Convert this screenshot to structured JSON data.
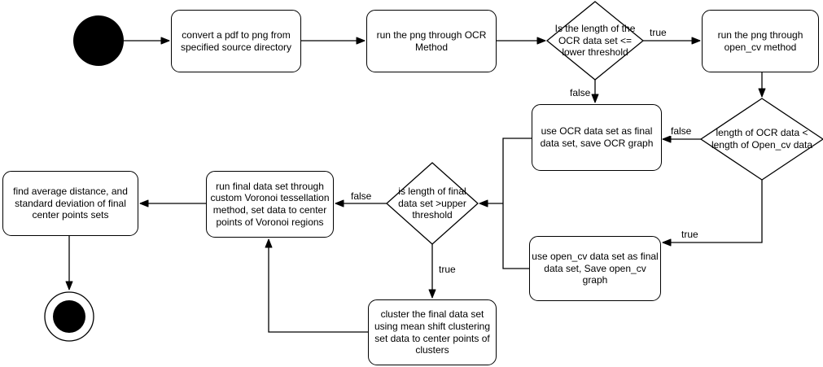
{
  "flowchart": {
    "nodes": {
      "start": {
        "shape": "initial-node-filled-circle"
      },
      "convert_pdf": {
        "label": "convert a pdf to png from specified source directory"
      },
      "run_ocr": {
        "label": "run the png through OCR Method"
      },
      "decision_lower": {
        "label": "Is the length of the OCR data set <= lower threshold"
      },
      "run_opencv": {
        "label": "run the png through open_cv method"
      },
      "decision_compare": {
        "label": "length of OCR data < length of Open_cv data"
      },
      "use_ocr": {
        "label": "use OCR data set as final data set, save OCR graph"
      },
      "use_opencv": {
        "label": "use open_cv data set as final data set, Save open_cv graph"
      },
      "decision_upper": {
        "label": "is length of final data set >upper threshold"
      },
      "voronoi": {
        "label": "run final data set through custom Voronoi tessellation method, set data to center points of Voronoi regions"
      },
      "find_average": {
        "label": "find average distance, and standard deviation of final center points sets"
      },
      "cluster": {
        "label": "cluster the final data set using mean shift clustering set data to center points of clusters"
      },
      "end": {
        "shape": "final-node-ringed-circle"
      }
    },
    "edge_labels": {
      "lower_true": "true",
      "lower_false": "false",
      "compare_false": "false",
      "compare_true": "true",
      "upper_false": "false",
      "upper_true": "true"
    },
    "colors": {
      "stroke": "#000000",
      "node_fill": "#ffffff",
      "text": "#000000",
      "background": "#ffffff"
    }
  }
}
